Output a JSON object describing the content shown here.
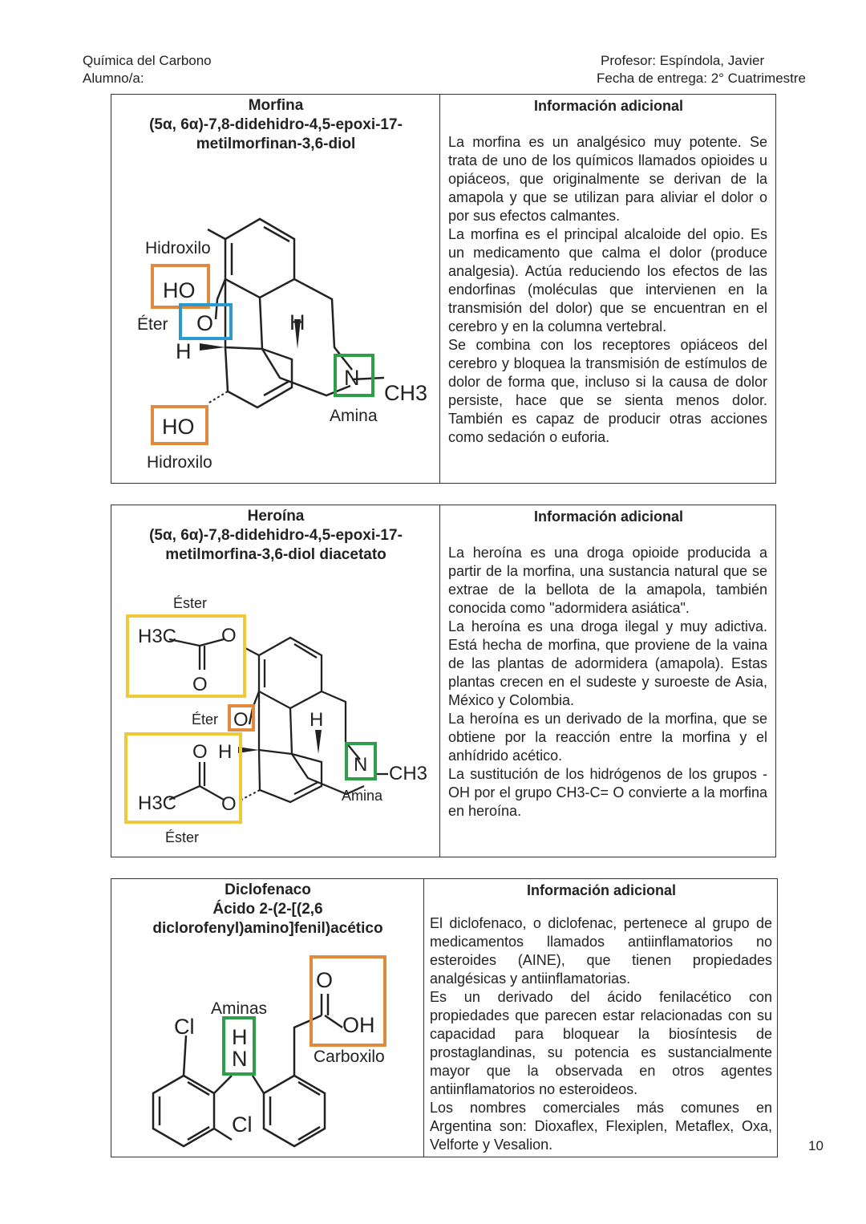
{
  "header": {
    "subject": "Química del Carbono",
    "student_label": "Alumno/a:",
    "teacher": "Profesor: Espíndola, Javier",
    "due": "Fecha de entrega:  2° Cuatrimestre"
  },
  "page_number": "10",
  "cards": [
    {
      "title_lines": [
        "Morfina",
        "(5α, 6α)-7,8-didehidro-4,5-epoxi-17-",
        "metilmorfinan-3,6-diol"
      ],
      "info_title": "Información adicional",
      "info_paragraphs": [
        "La morfina es un analgésico muy potente. Se trata de uno de los químicos llamados opioides u opiáceos, que originalmente se derivan de la amapola y que se utilizan para aliviar el dolor o por sus efectos calmantes.",
        "La morfina es el principal alcaloide del opio. Es un medicamento que calma el dolor (produce analgesia). Actúa reduciendo los efectos de las endorfinas (moléculas que intervienen en la transmisión del dolor) que se encuentran en el cerebro y en la columna vertebral.",
        "Se combina con los receptores opiáceos del cerebro y bloquea la transmisión de estímulos de dolor de forma que, incluso si la causa de dolor persiste, hace que se sienta menos dolor. También es capaz de producir otras acciones como sedación o euforia."
      ],
      "labels": {
        "hydroxyl_top": "Hidroxilo",
        "ho_top": "HO",
        "ether": "Éter",
        "o": "O",
        "h_left": "H",
        "h_center": "H",
        "n": "N",
        "ch3": "CH3",
        "amine": "Amina",
        "ho_bottom": "HO",
        "hydroxyl_bottom": "Hidroxilo"
      }
    },
    {
      "title_lines": [
        "Heroína",
        "(5α, 6α)-7,8-didehidro-4,5-epoxi-17-",
        "metilmorfina-3,6-diol diacetato"
      ],
      "info_title": "Información adicional",
      "info_paragraphs": [
        "La heroína es una droga opioide producida a partir de la morfina, una sustancia natural que se extrae de la bellota de la amapola, también conocida como \"adormidera asiática\".",
        "La heroína es una droga ilegal y muy adictiva. Está hecha de morfina, que proviene de la vaina de las plantas de adormidera (amapola). Estas plantas crecen en el sudeste y suroeste de Asia, México y Colombia.",
        "La heroína es un derivado de la morfina, que se obtiene por la reacción entre la morfina y el anhídrido acético.",
        "La sustitución de los hidrógenos de los grupos -OH por el grupo CH3-C= O convierte a la morfina en heroína."
      ],
      "labels": {
        "ester_top": "Éster",
        "h3c": "H3C",
        "o": "O",
        "ether": "Éter",
        "h": "H",
        "n": "N",
        "ch3": "CH3",
        "amine": "Amina",
        "ester_bottom": "Éster"
      }
    },
    {
      "title_lines": [
        "Diclofenaco",
        "Ácido 2-(2-[(2,6",
        "diclorofenyl)amino]fenil)acético"
      ],
      "info_title": "Información adicional",
      "info_paragraphs": [
        "El diclofenaco, o diclofenac, pertenece al grupo de medicamentos llamados antiinflamatorios no esteroides (AINE), que tienen propiedades analgésicas y antiinflamatorias.",
        "Es un derivado del ácido fenilacético con propiedades que parecen estar relacionadas con su capacidad para bloquear la biosíntesis de prostaglandinas, su potencia es sustancialmente mayor que la observada en otros agentes antiinflamatorios no esteroideos.",
        "Los nombres comerciales más comunes en Argentina son: Dioxaflex, Flexiplen, Metaflex, Oxa, Velforte y Vesalion."
      ],
      "labels": {
        "amines": "Aminas",
        "cl": "Cl",
        "h": "H",
        "n": "N",
        "o": "O",
        "oh": "OH",
        "carboxyl": "Carboxilo"
      }
    }
  ],
  "colors": {
    "hydroxyl_box": "#e08a3c",
    "ether_box": "#2a9bd0",
    "amine_box": "#2e9e4a",
    "ester_box": "#f0c93a"
  }
}
